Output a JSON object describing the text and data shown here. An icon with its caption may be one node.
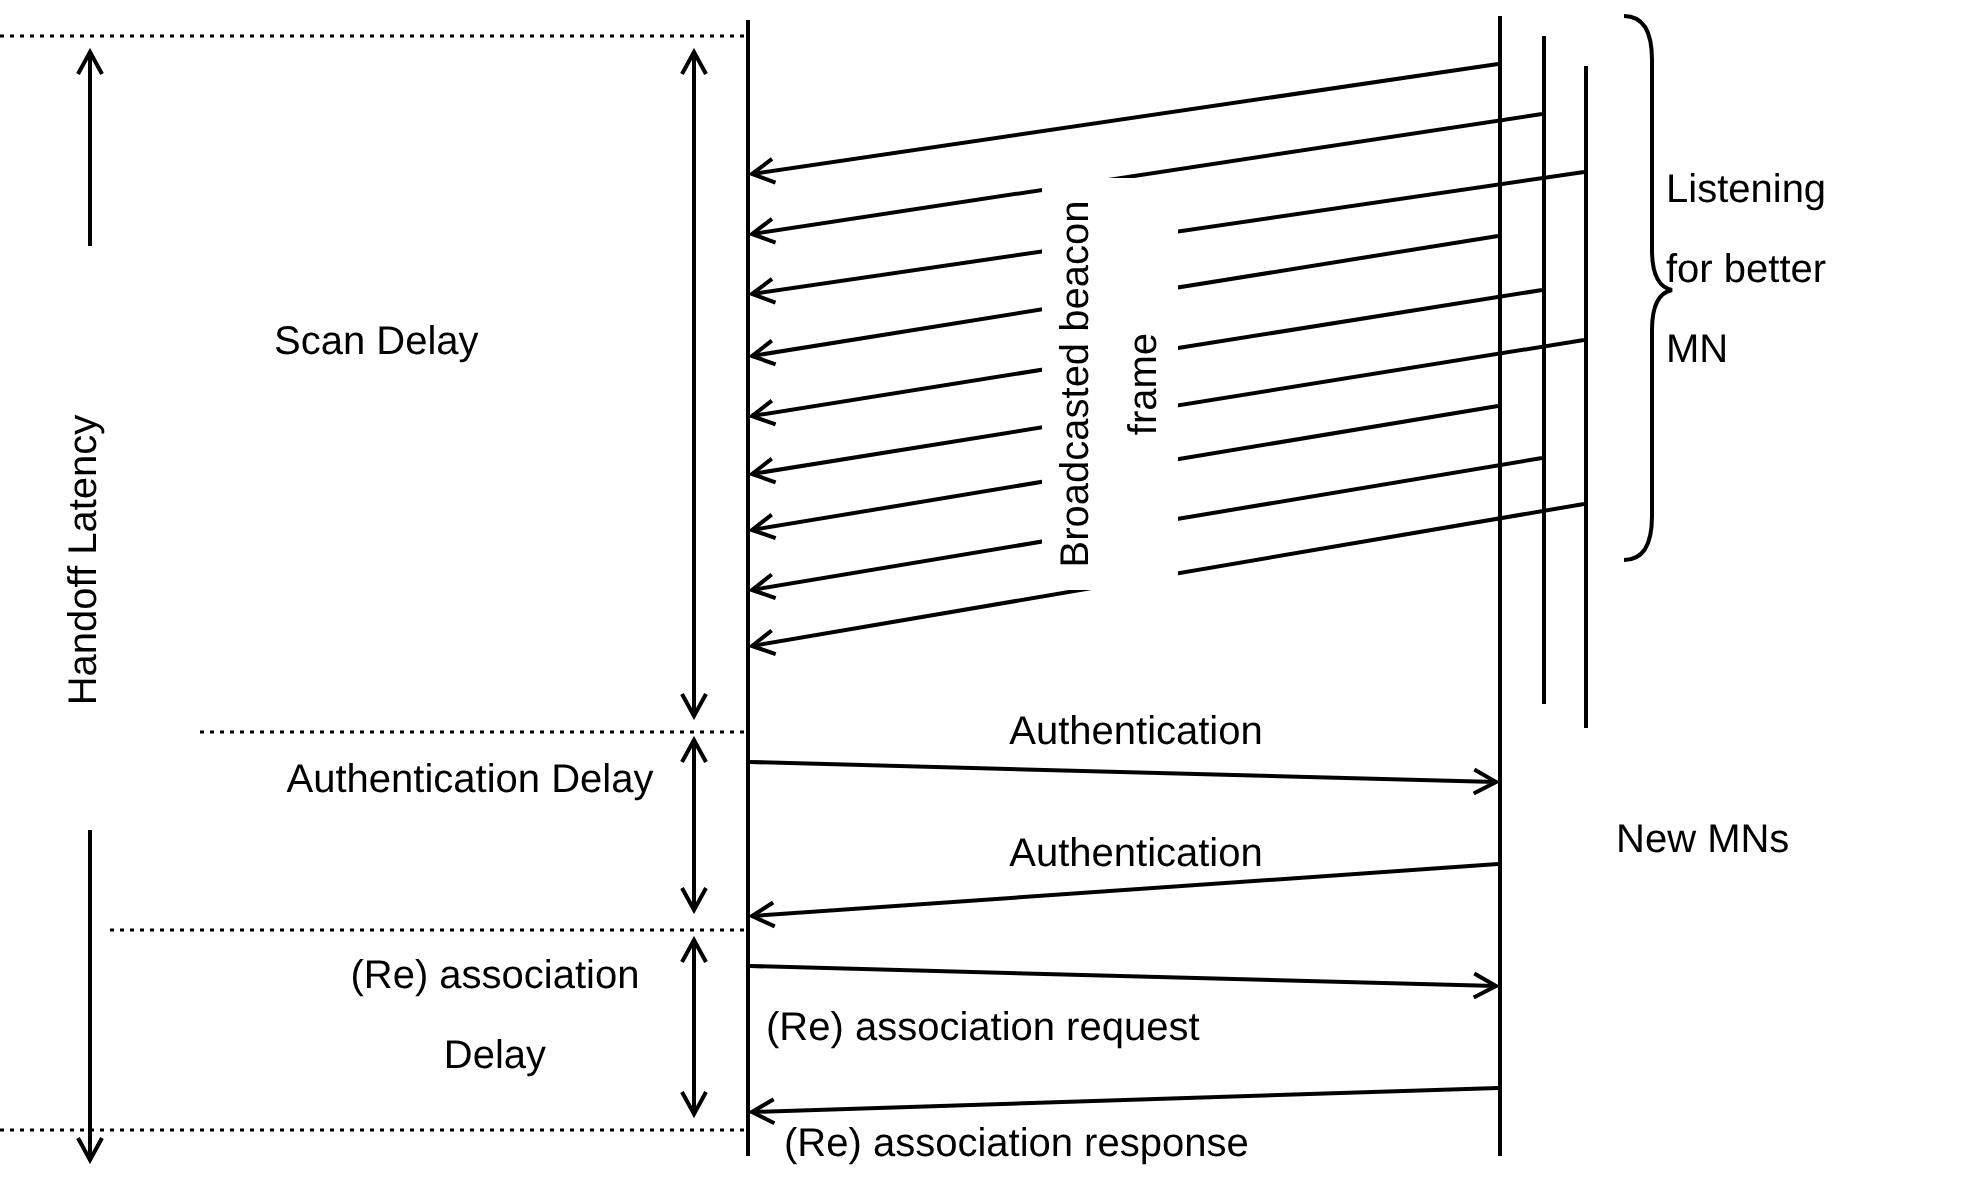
{
  "diagram": {
    "nodes": [
      {
        "text": [],
        "shape": "bar"
      },
      {
        "text": [],
        "shape": "bar"
      },
      {
        "text": [],
        "shape": "bar"
      },
      {
        "text": [],
        "shape": "bar"
      }
    ],
    "edges": [
      {
        "from": 1,
        "to": 0,
        "arrow": "to"
      },
      {
        "from": 2,
        "to": 0,
        "arrow": "to"
      },
      {
        "from": 3,
        "to": 0,
        "arrow": "to"
      },
      {
        "from": 1,
        "to": 0,
        "arrow": "to"
      },
      {
        "from": 2,
        "to": 0,
        "arrow": "to"
      },
      {
        "from": 3,
        "to": 0,
        "arrow": "to"
      },
      {
        "from": 1,
        "to": 0,
        "arrow": "to"
      },
      {
        "from": 2,
        "to": 0,
        "arrow": "to"
      },
      {
        "from": 3,
        "to": 0,
        "arrow": "to"
      },
      {
        "from": 0,
        "to": 1,
        "arrow": "to",
        "label": "Authentication"
      },
      {
        "from": 1,
        "to": 0,
        "arrow": "to",
        "label": "Authentication"
      },
      {
        "from": 0,
        "to": 1,
        "arrow": "to",
        "label": "(Re) association request"
      },
      {
        "from": 1,
        "to": 0,
        "arrow": "to",
        "label": "(Re) association response"
      }
    ],
    "labels": [
      "Handoff Latency",
      "Scan Delay",
      "Broadcasted beacon frame",
      "Listening for better MN",
      "Authentication Delay",
      "New MNs",
      "(Re) association Delay"
    ]
  }
}
